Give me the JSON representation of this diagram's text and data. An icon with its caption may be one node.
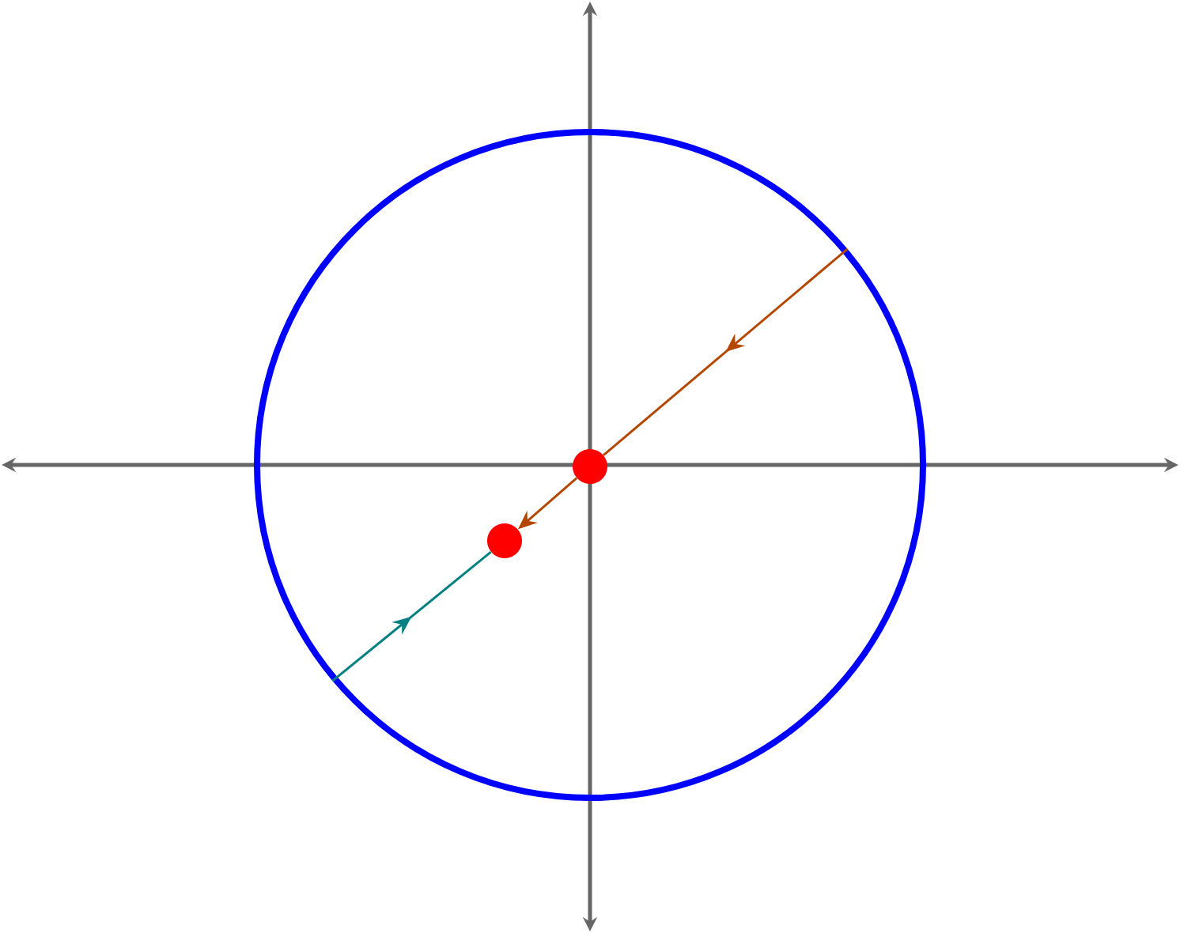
{
  "diagram": {
    "nodes": [
      {
        "text": [],
        "shape": "circle"
      },
      {
        "text": [],
        "shape": "circle",
        "in": 0
      },
      {
        "text": [],
        "shape": "circle",
        "in": 0
      }
    ],
    "edges": [
      {
        "from": 0,
        "to": 1,
        "arrow": "to"
      },
      {
        "from": 1,
        "to": 2,
        "arrow": "to"
      },
      {
        "from": 0,
        "to": 2,
        "arrow": "to",
        "color": "#008080"
      }
    ]
  }
}
